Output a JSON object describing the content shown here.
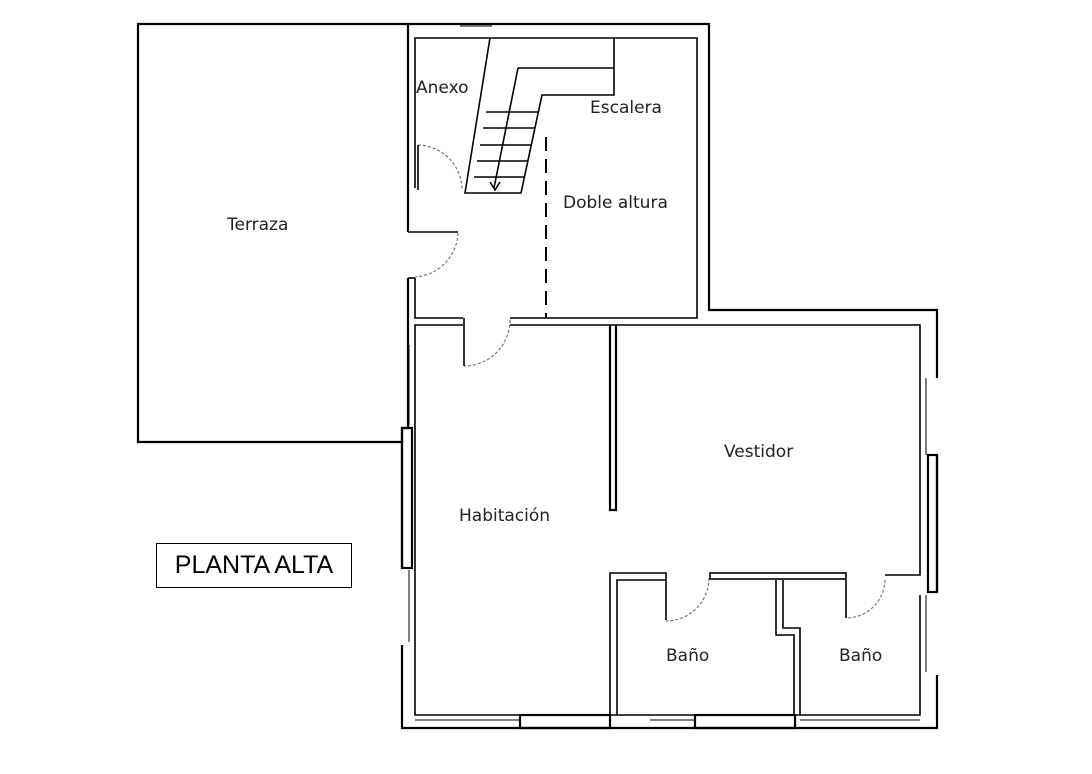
{
  "plan": {
    "title": "PLANTA ALTA",
    "rooms": {
      "terraza": "Terraza",
      "anexo": "Anexo",
      "escalera": "Escalera",
      "doble_altura": "Doble altura",
      "habitacion": "Habitación",
      "vestidor": "Vestidor",
      "bano_1": "Baño",
      "bano_2": "Baño"
    }
  }
}
